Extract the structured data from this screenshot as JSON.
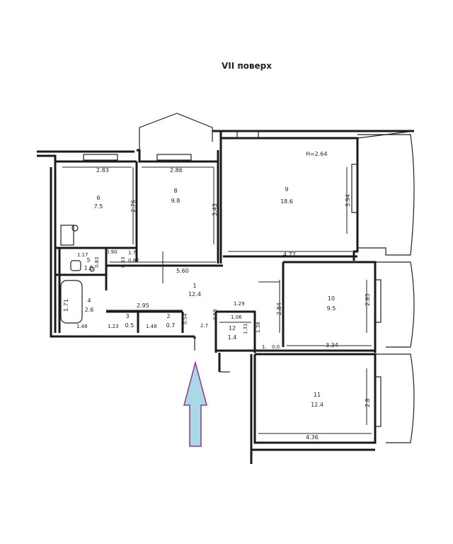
{
  "floor_title": "VII поверх",
  "ceiling_height": "H=2.64",
  "rooms": [
    {
      "id": "r6",
      "number": "6",
      "area": "7.5"
    },
    {
      "id": "r8",
      "number": "8",
      "area": "9.8"
    },
    {
      "id": "r9",
      "number": "9",
      "area": "18.6"
    },
    {
      "id": "r5",
      "number": "5",
      "area": "1.0"
    },
    {
      "id": "r4",
      "number": "4",
      "area": "2.6"
    },
    {
      "id": "r1",
      "number": "1",
      "area": "12.4"
    },
    {
      "id": "r3",
      "number": "3",
      "area": "0.5"
    },
    {
      "id": "r2",
      "number": "2",
      "area": "0.7"
    },
    {
      "id": "r12",
      "number": "12",
      "area": "1.4"
    },
    {
      "id": "r10",
      "number": "10",
      "area": "9.5"
    },
    {
      "id": "r11",
      "number": "11",
      "area": "12.4"
    }
  ],
  "dimensions": [
    "2.83",
    "2.86",
    "2.76",
    "3.43",
    "3.94",
    "4.72",
    "1.17",
    "0.90",
    "0.83",
    "1.7",
    "0.82",
    "0.53",
    "5.60",
    "1.71",
    "2.95",
    "0.54",
    "0.58",
    "1.29",
    "1.06",
    "1.31",
    "1.38",
    "2.84",
    "2.85",
    "1.48",
    "1.23",
    "1.48",
    "2.7",
    "1.",
    "0.0",
    "3.34",
    "2.8",
    "4.36"
  ],
  "colors": {
    "arrow_fill": "#a9d8e6",
    "arrow_stroke": "#8b3a8b",
    "wall": "#1a1a1a"
  }
}
